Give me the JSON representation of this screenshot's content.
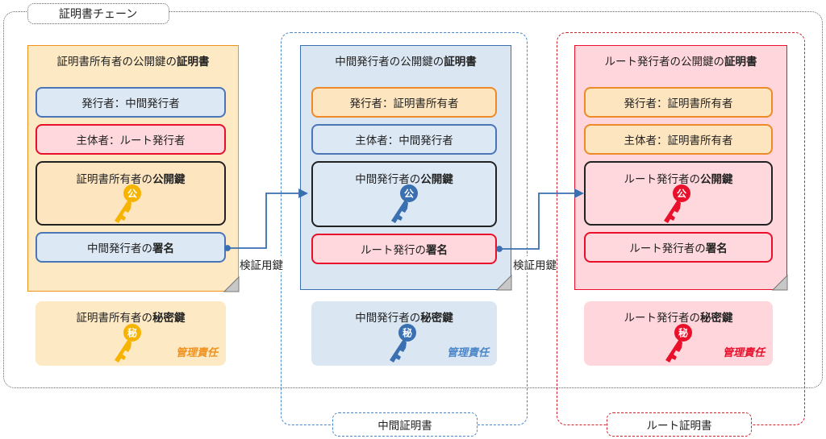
{
  "chain_label": "証明書チェーン",
  "groups": {
    "intermediate": "中間証明書",
    "root": "ルート証明書"
  },
  "verify_key_label": "検証用鍵",
  "colors": {
    "orange": "#f0921e",
    "blue": "#3a6fb0",
    "red": "#e8102a",
    "gold": "#f6b400"
  },
  "certs": [
    {
      "title_prefix": "証明書所有者の公開鍵の",
      "title_bold": "証明書",
      "issuer": "発行者：中間発行者",
      "subject": "主体者：ルート発行者",
      "pubkey_prefix": "証明書所有者の",
      "pubkey_bold": "公開鍵",
      "pubkey_glyph": "公",
      "sig_prefix": "中間発行者の",
      "sig_bold": "署名",
      "priv_prefix": "証明書所有者の",
      "priv_bold": "秘密鍵",
      "priv_glyph": "秘",
      "mgmt": "管理責任"
    },
    {
      "title_prefix": "中間発行者の公開鍵の",
      "title_bold": "証明書",
      "issuer": "発行者：証明書所有者",
      "subject": "主体者：中間発行者",
      "pubkey_prefix": "中間発行者の",
      "pubkey_bold": "公開鍵",
      "pubkey_glyph": "公",
      "sig_prefix": "ルート発行の",
      "sig_bold": "署名",
      "priv_prefix": "中間発行者の",
      "priv_bold": "秘密鍵",
      "priv_glyph": "秘",
      "mgmt": "管理責任"
    },
    {
      "title_prefix": "ルート発行者の公開鍵の",
      "title_bold": "証明書",
      "issuer": "発行者：証明書所有者",
      "subject": "主体者：証明書所有者",
      "pubkey_prefix": "ルート発行者の",
      "pubkey_bold": "公開鍵",
      "pubkey_glyph": "公",
      "sig_prefix": "ルート発行者の",
      "sig_bold": "署名",
      "priv_prefix": "ルート発行者の",
      "priv_bold": "秘密鍵",
      "priv_glyph": "秘",
      "mgmt": "管理責任"
    }
  ]
}
